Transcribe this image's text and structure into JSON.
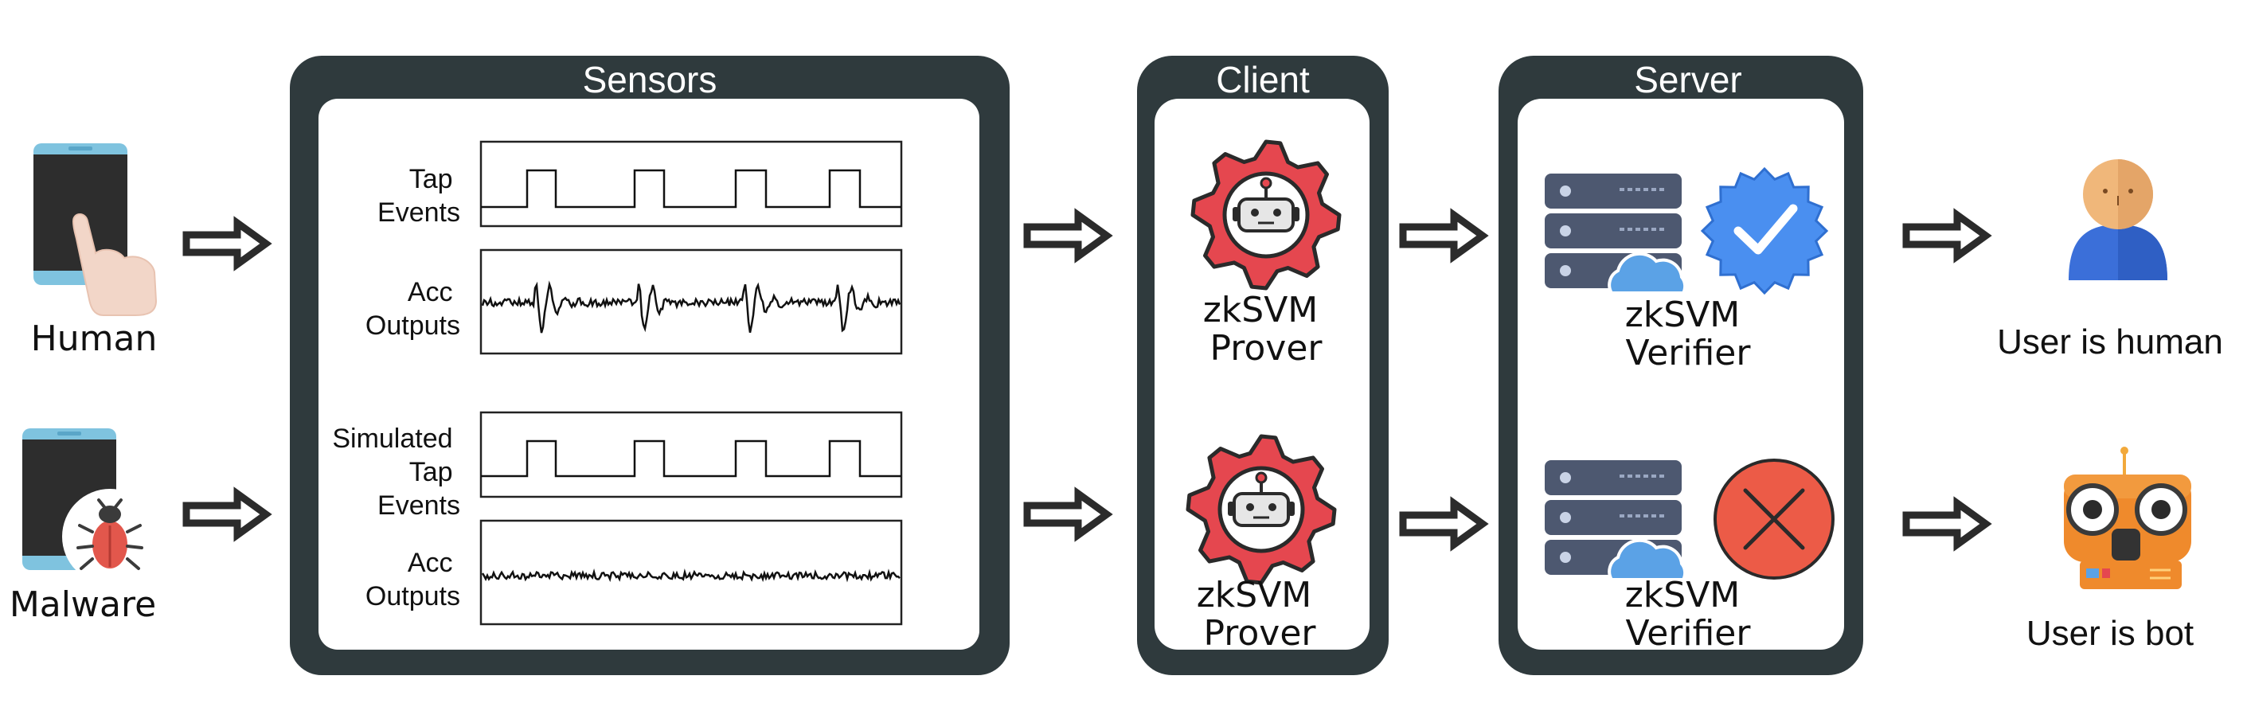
{
  "panels": {
    "sensors": {
      "title": "Sensors"
    },
    "client": {
      "title": "Client"
    },
    "server": {
      "title": "Server"
    }
  },
  "sources": {
    "human": {
      "label": "Human"
    },
    "malware": {
      "label": "Malware"
    }
  },
  "signals": {
    "human_tap": {
      "label_lines": [
        "Tap",
        "Events"
      ]
    },
    "human_acc": {
      "label_lines": [
        "Acc",
        "Outputs"
      ]
    },
    "sim_tap": {
      "label_lines": [
        "Simulated",
        "Tap",
        "Events"
      ]
    },
    "sim_acc": {
      "label_lines": [
        "Acc",
        "Outputs"
      ]
    }
  },
  "client": {
    "prover_top": {
      "label_lines": [
        "zkSVM",
        "Prover"
      ]
    },
    "prover_bottom": {
      "label_lines": [
        "zkSVM",
        "Prover"
      ]
    }
  },
  "server": {
    "verifier_top": {
      "label_lines": [
        "zkSVM",
        "Verifier"
      ],
      "result_icon": "verified-badge-icon"
    },
    "verifier_bottom": {
      "label_lines": [
        "zkSVM",
        "Verifier"
      ],
      "result_icon": "reject-x-icon"
    }
  },
  "outcomes": {
    "human": {
      "label": "User is human",
      "icon": "human-user-icon"
    },
    "bot": {
      "label": "User is bot",
      "icon": "robot-icon"
    }
  },
  "colors": {
    "panel": "#2f3a3d",
    "gear": "#e5474f",
    "server_rack": "#4d5870",
    "cloud": "#5ba2e6",
    "verified": "#4a8ff0",
    "reject": "#ec5b47",
    "human_body": "#3b6fd9",
    "human_head": "#f0b77a",
    "robot": "#ef8a2c"
  }
}
